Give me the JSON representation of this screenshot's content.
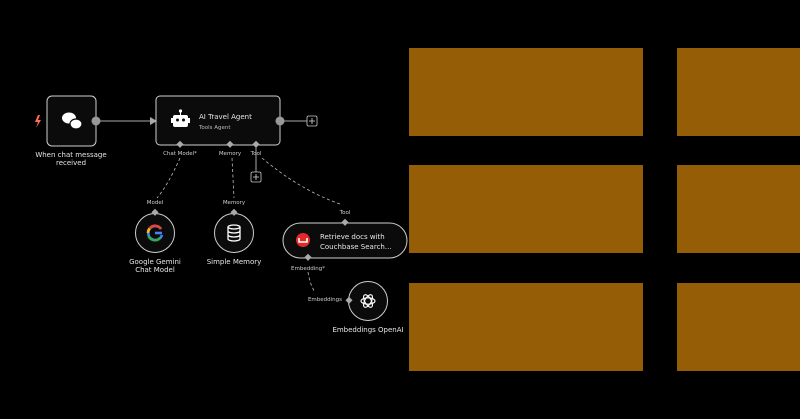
{
  "colors": {
    "panel": "#955d05",
    "trigger": "#ff6d5a",
    "couchbase": "#e02a2a"
  },
  "nodes": {
    "trigger": {
      "label_line1": "When chat message",
      "label_line2": "received",
      "icon": "chat-bubbles-icon"
    },
    "agent": {
      "title": "AI Travel Agent",
      "subtitle": "Tools Agent",
      "icon": "robot-icon",
      "ports": {
        "chat_model": "Chat Model*",
        "memory": "Memory",
        "tool": "Tool"
      }
    },
    "gemini": {
      "label_line1": "Google Gemini",
      "label_line2": "Chat Model",
      "port": "Model",
      "icon": "google-icon"
    },
    "memory": {
      "label": "Simple Memory",
      "port": "Memory",
      "icon": "database-icon"
    },
    "couchbase": {
      "label_line1": "Retrieve docs with",
      "label_line2": "Couchbase Search...",
      "port": "Tool",
      "bottom_port": "Embedding*",
      "icon": "couchbase-icon"
    },
    "openai": {
      "label": "Embeddings OpenAI",
      "port": "Embeddings",
      "icon": "openai-icon"
    }
  }
}
